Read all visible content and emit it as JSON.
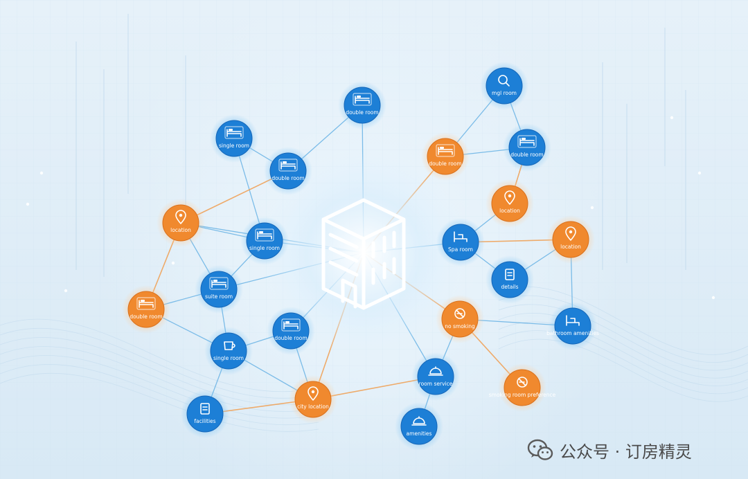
{
  "colors": {
    "blue": "#1d7fd6",
    "blue_dark": "#1566b8",
    "orange": "#f0892e",
    "orange_dark": "#d8701c",
    "line_blue": "#6fb6e6",
    "line_orange": "#f0a35a",
    "center": "#ffffff"
  },
  "center": {
    "icon": "hotel-building-icon"
  },
  "nodes": [
    {
      "id": "n1",
      "color": "blue",
      "icon": "bed-icon",
      "label": "double room"
    },
    {
      "id": "n2",
      "color": "blue",
      "icon": "search-icon",
      "label": "mgl room"
    },
    {
      "id": "n3",
      "color": "blue",
      "icon": "bed-icon",
      "label": "single room"
    },
    {
      "id": "n4",
      "color": "blue",
      "icon": "bed-icon",
      "label": "double room"
    },
    {
      "id": "n5",
      "color": "orange",
      "icon": "bed-icon",
      "label": "double room"
    },
    {
      "id": "n6",
      "color": "blue",
      "icon": "bed-icon",
      "label": "double room"
    },
    {
      "id": "n7",
      "color": "orange",
      "icon": "location-pin-icon",
      "label": "location"
    },
    {
      "id": "n8",
      "color": "orange",
      "icon": "location-pin-icon",
      "label": "location"
    },
    {
      "id": "n9",
      "color": "blue",
      "icon": "bed-icon",
      "label": "single room"
    },
    {
      "id": "n10",
      "color": "blue",
      "icon": "bath-icon",
      "label": "Spa room"
    },
    {
      "id": "n11",
      "color": "orange",
      "icon": "location-pin-icon",
      "label": "location"
    },
    {
      "id": "n12",
      "color": "blue",
      "icon": "bed-icon",
      "label": "suite room"
    },
    {
      "id": "n13",
      "color": "blue",
      "icon": "document-icon",
      "label": "details"
    },
    {
      "id": "n14",
      "color": "orange",
      "icon": "bed-icon",
      "label": "double room"
    },
    {
      "id": "n15",
      "color": "orange",
      "icon": "no-smoking-icon",
      "label": "no smoking"
    },
    {
      "id": "n16",
      "color": "blue",
      "icon": "bed-icon",
      "label": "double room"
    },
    {
      "id": "n17",
      "color": "blue",
      "icon": "bath-icon",
      "label": "bathroom amenities"
    },
    {
      "id": "n18",
      "color": "blue",
      "icon": "cup-icon",
      "label": "single room"
    },
    {
      "id": "n19",
      "color": "blue",
      "icon": "service-icon",
      "label": "room service"
    },
    {
      "id": "n20",
      "color": "orange",
      "icon": "no-smoking-icon",
      "label": "smoking room preference"
    },
    {
      "id": "n21",
      "color": "blue",
      "icon": "document-icon",
      "label": "facilities"
    },
    {
      "id": "n22",
      "color": "orange",
      "icon": "location-pin-icon",
      "label": "city location"
    },
    {
      "id": "n23",
      "color": "blue",
      "icon": "service-icon",
      "label": "amenities"
    }
  ],
  "edges": [
    [
      "c",
      "n1",
      "blue"
    ],
    [
      "c",
      "n5",
      "orange"
    ],
    [
      "c",
      "n10",
      "blue"
    ],
    [
      "c",
      "n9",
      "blue"
    ],
    [
      "c",
      "n12",
      "blue"
    ],
    [
      "c",
      "n16",
      "blue"
    ],
    [
      "c",
      "n15",
      "orange"
    ],
    [
      "c",
      "n19",
      "blue"
    ],
    [
      "c",
      "n22",
      "orange"
    ],
    [
      "c",
      "n7",
      "blue"
    ],
    [
      "n1",
      "n4",
      "blue"
    ],
    [
      "n3",
      "n4",
      "blue"
    ],
    [
      "n3",
      "n9",
      "blue"
    ],
    [
      "n4",
      "n7",
      "orange"
    ],
    [
      "n7",
      "n9",
      "blue"
    ],
    [
      "n7",
      "n12",
      "blue"
    ],
    [
      "n7",
      "n14",
      "orange"
    ],
    [
      "n9",
      "n12",
      "blue"
    ],
    [
      "n12",
      "n14",
      "blue"
    ],
    [
      "n12",
      "n18",
      "blue"
    ],
    [
      "n14",
      "n18",
      "blue"
    ],
    [
      "n16",
      "n18",
      "blue"
    ],
    [
      "n18",
      "n21",
      "blue"
    ],
    [
      "n18",
      "n22",
      "blue"
    ],
    [
      "n21",
      "n22",
      "orange"
    ],
    [
      "n16",
      "n22",
      "blue"
    ],
    [
      "n22",
      "n19",
      "orange"
    ],
    [
      "n19",
      "n23",
      "blue"
    ],
    [
      "n5",
      "n2",
      "blue"
    ],
    [
      "n5",
      "n6",
      "blue"
    ],
    [
      "n2",
      "n6",
      "blue"
    ],
    [
      "n6",
      "n8",
      "orange"
    ],
    [
      "n8",
      "n10",
      "blue"
    ],
    [
      "n10",
      "n11",
      "orange"
    ],
    [
      "n11",
      "n13",
      "blue"
    ],
    [
      "n11",
      "n17",
      "blue"
    ],
    [
      "n15",
      "n17",
      "blue"
    ],
    [
      "n15",
      "n20",
      "orange"
    ],
    [
      "n15",
      "n19",
      "blue"
    ],
    [
      "n13",
      "n10",
      "blue"
    ]
  ],
  "watermark": {
    "icon": "wechat-icon",
    "text": "公众号 · 订房精灵"
  }
}
